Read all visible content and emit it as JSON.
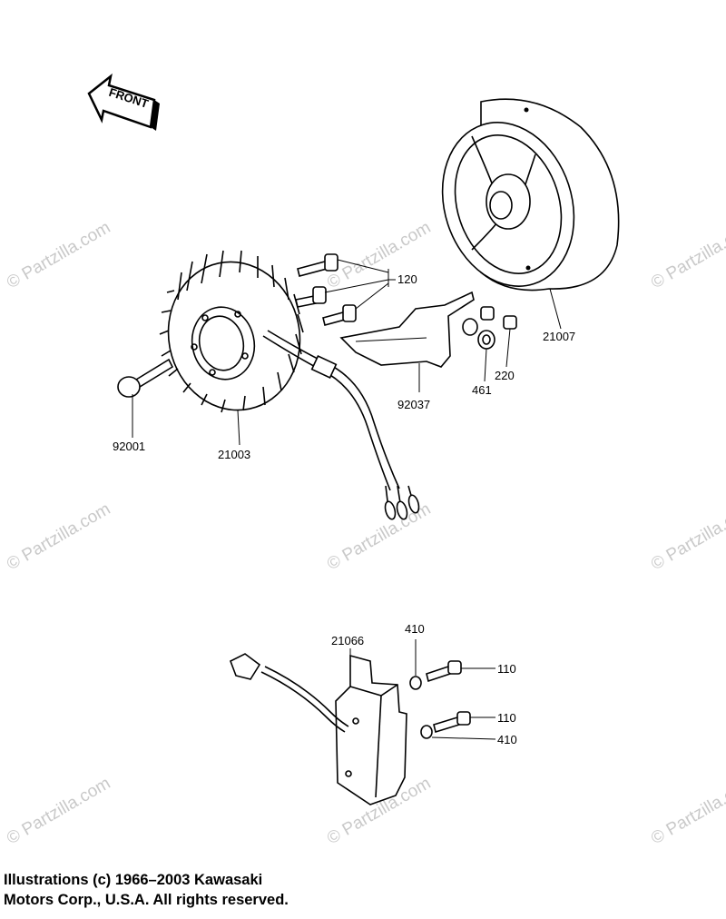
{
  "diagram": {
    "direction_label": "FRONT",
    "parts": [
      {
        "id": "part-120",
        "label": "120"
      },
      {
        "id": "part-21007",
        "label": "21007"
      },
      {
        "id": "part-461",
        "label": "461"
      },
      {
        "id": "part-220",
        "label": "220"
      },
      {
        "id": "part-92037",
        "label": "92037"
      },
      {
        "id": "part-92001",
        "label": "92001"
      },
      {
        "id": "part-21003",
        "label": "21003"
      },
      {
        "id": "part-21066",
        "label": "21066"
      },
      {
        "id": "part-410-top",
        "label": "410"
      },
      {
        "id": "part-110-top",
        "label": "110"
      },
      {
        "id": "part-110-bottom",
        "label": "110"
      },
      {
        "id": "part-410-bottom",
        "label": "410"
      }
    ],
    "watermark": "© Partzilla.com"
  },
  "copyright": {
    "line1": "Illustrations (c) 1966–2003 Kawasaki",
    "line2": "Motors Corp., U.S.A.  All rights reserved."
  }
}
